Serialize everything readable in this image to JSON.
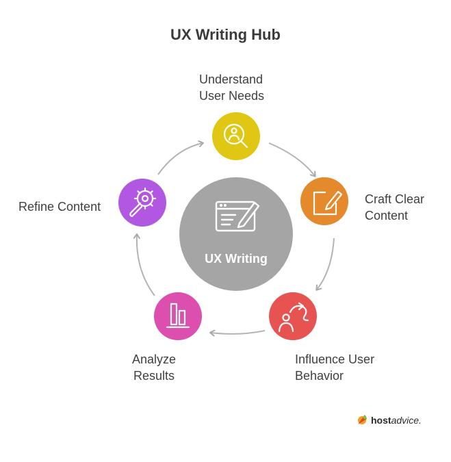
{
  "title": "UX Writing Hub",
  "center": {
    "label": "UX Writing",
    "color": "#a5a5a5",
    "icon": "document-edit-icon"
  },
  "steps": [
    {
      "line1": "Understand",
      "line2": "User Needs",
      "color": "#e0c714",
      "icon": "magnifier-person-icon"
    },
    {
      "line1": "Craft Clear",
      "line2": "Content",
      "color": "#e48a2c",
      "icon": "pencil-square-icon"
    },
    {
      "line1": "Influence User",
      "line2": "Behavior",
      "color": "#e65351",
      "icon": "person-path-icon"
    },
    {
      "line1": "Analyze",
      "line2": "Results",
      "color": "#dc4fae",
      "icon": "bar-chart-icon"
    },
    {
      "line1": "Refine Content",
      "line2": "",
      "color": "#b257e2",
      "icon": "gear-wrench-icon"
    }
  ],
  "brand": {
    "bold": "host",
    "italic": "advice."
  }
}
